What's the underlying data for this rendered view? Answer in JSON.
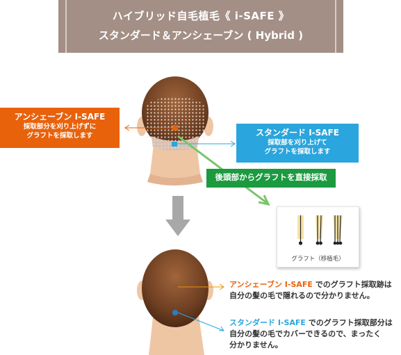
{
  "banner": {
    "line1": "ハイブリッド自毛植毛《 i-SAFE 》",
    "line2": "スタンダード＆アンシェーブン ( Hybrid )"
  },
  "unshaven_label": {
    "title": "アンシェーブン I-SAFE",
    "line1": "採取部分を刈り上げずに",
    "line2": "グラフトを採取します"
  },
  "standard_label": {
    "title": "スタンダード I-SAFE",
    "line1": "採取部を刈り上げて",
    "line2": "グラフトを採取します"
  },
  "direct_label": "後頭部からグラフトを直接採取",
  "graft_caption": "グラフト（移植毛）",
  "note_unshaven": {
    "highlight": "アンシェーブン I-SAFE",
    "rest1": " でのグラフト採取跡は",
    "line2": "自分の髪の毛で隠れるので分かりません。"
  },
  "note_standard": {
    "highlight": "スタンダード I-SAFE",
    "rest1": " でのグラフト採取部分は",
    "line2": "自分の髪の毛でカバーできるので、まったく",
    "line3": "分かりません。"
  },
  "colors": {
    "banner": "#a38f86",
    "orange": "#e8620c",
    "blue": "#2aa5dd",
    "green": "#1c9a40",
    "hair": "#7a4a2a",
    "skin": "#f0c9a8"
  }
}
